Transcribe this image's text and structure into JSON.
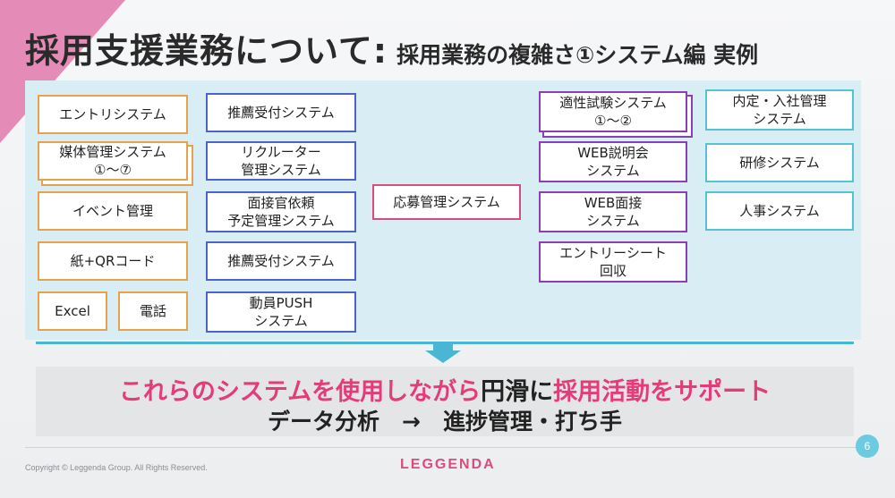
{
  "title": {
    "main": "採用支援業務について:",
    "sub": "採用業務の複雑さ①システム編 実例"
  },
  "boxes": {
    "entry_system": "エントリシステム",
    "media_management": "媒体管理システム\n①〜⑦",
    "event_management": "イベント管理",
    "paper_qr": "紙+QRコード",
    "excel": "Excel",
    "phone": "電話",
    "referral_1": "推薦受付システム",
    "recruiter": "リクルーター\n管理システム",
    "interviewer": "面接官依頼\n予定管理システム",
    "referral_2": "推薦受付システム",
    "mobilize_push": "動員PUSH\nシステム",
    "applicant_management": "応募管理システム",
    "aptitude_test": "適性試験システム\n①〜②",
    "web_briefing": "WEB説明会\nシステム",
    "web_interview": "WEB面接\nシステム",
    "entry_sheet": "エントリーシート\n回収",
    "offer_joining": "内定・入社管理\nシステム",
    "training": "研修システム",
    "hr_system": "人事システム"
  },
  "conclusion": {
    "line1_part1": "これらのシステムを使用しながら",
    "line1_part2": "円滑",
    "line1_part3": "に",
    "line1_part4": "採用活動をサポート",
    "line2": "データ分析　→　進捗管理・打ち手"
  },
  "footer": {
    "copyright": "Copyright © Leggenda Group. All Rights Reserved.",
    "logo": "LEGGENDA",
    "page_number": "6"
  },
  "colors": {
    "accent_pink": "#e33c79",
    "corner_pink": "#e58bb8",
    "panel_bg": "#d8eef4",
    "divider_blue": "#49b6d4"
  }
}
